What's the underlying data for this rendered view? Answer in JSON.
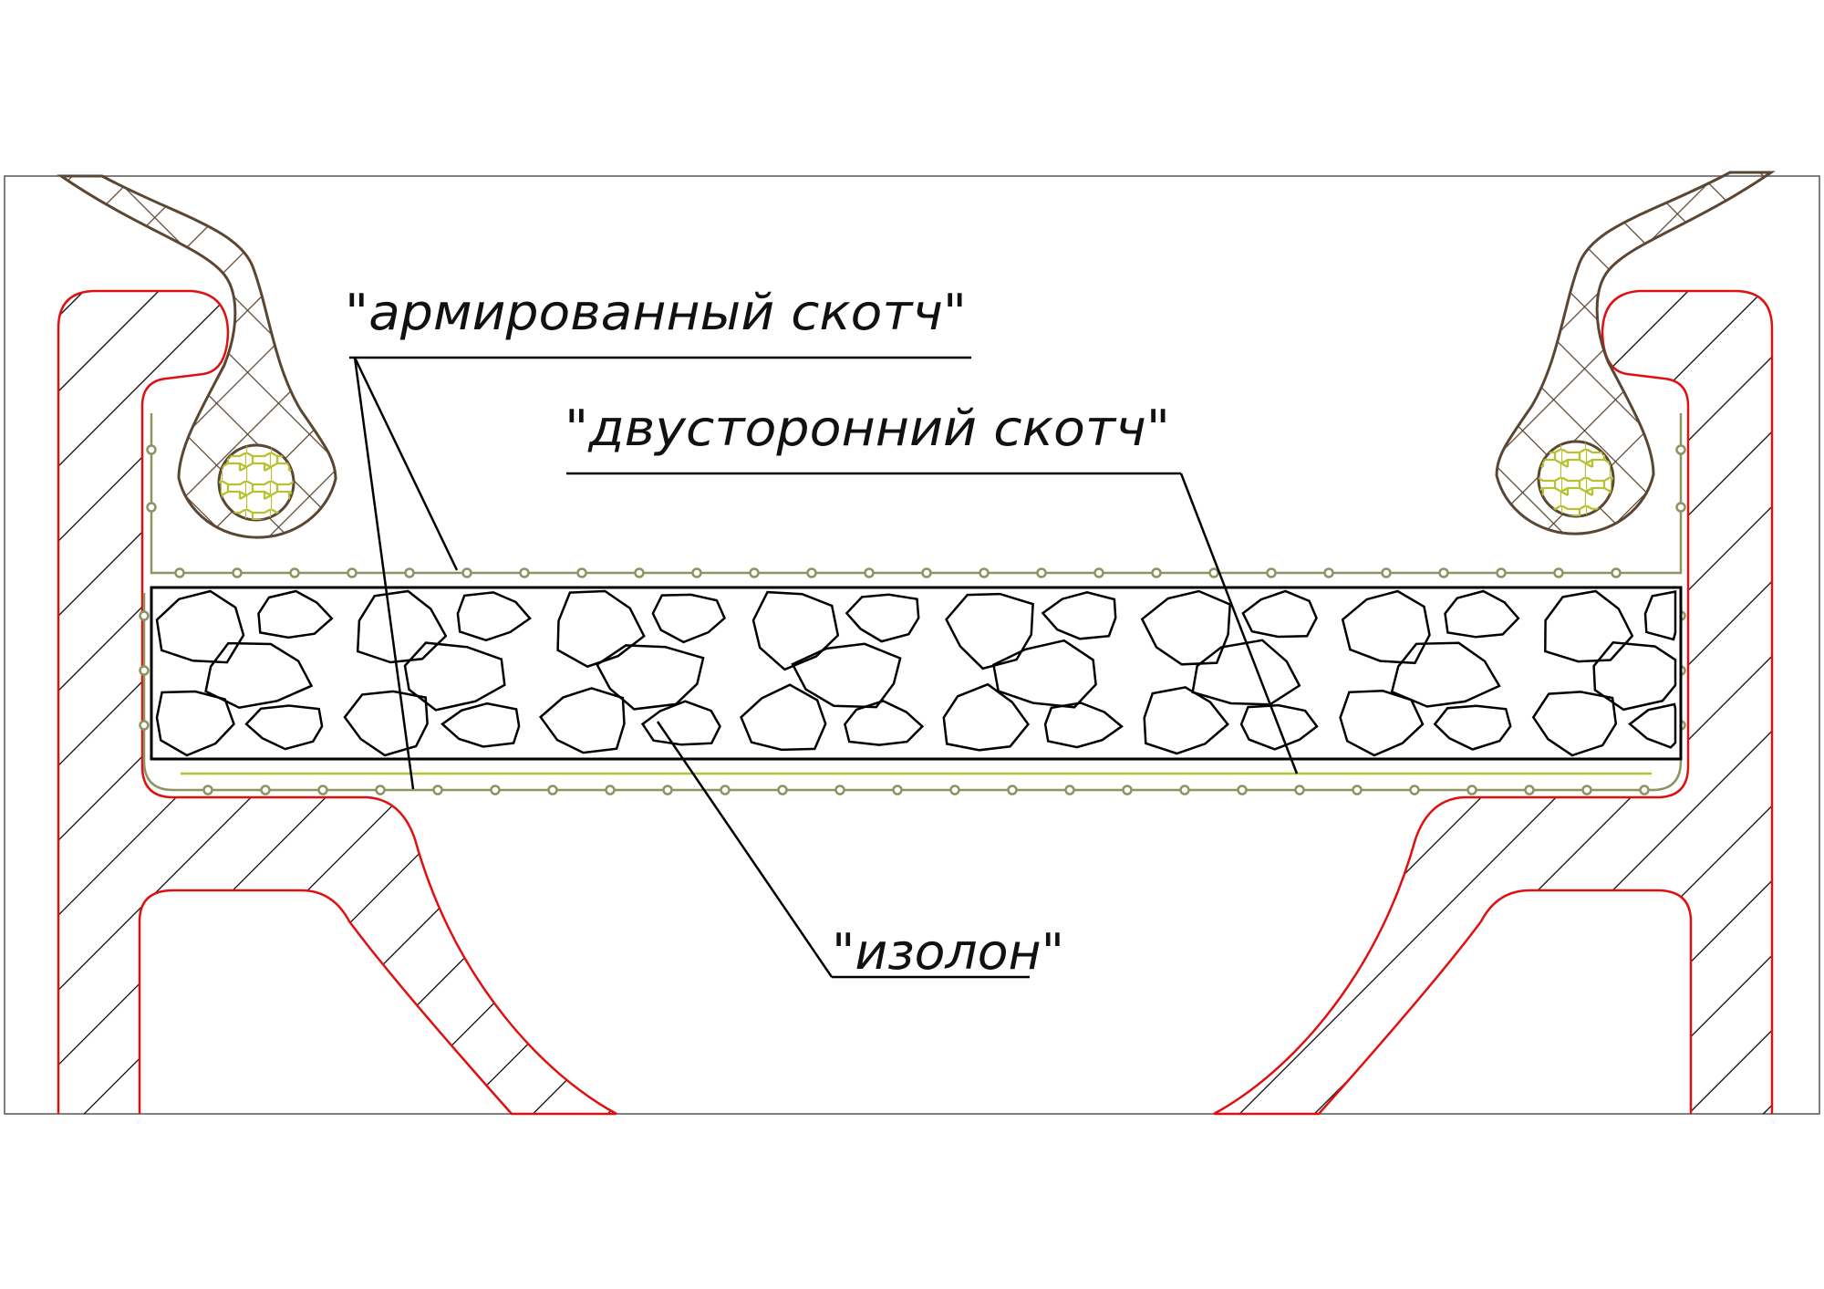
{
  "labels": {
    "reinforced_tape": "\"армированный скотч\"",
    "double_sided_tape": "\"двусторонний скотч\"",
    "isolon": "\"изолон\""
  },
  "colors": {
    "outline_red": "#e01010",
    "tire_brown": "#5a4632",
    "bead_yellow": "#b8c230",
    "tape_olive": "#8e9362",
    "line_black": "#000000"
  }
}
